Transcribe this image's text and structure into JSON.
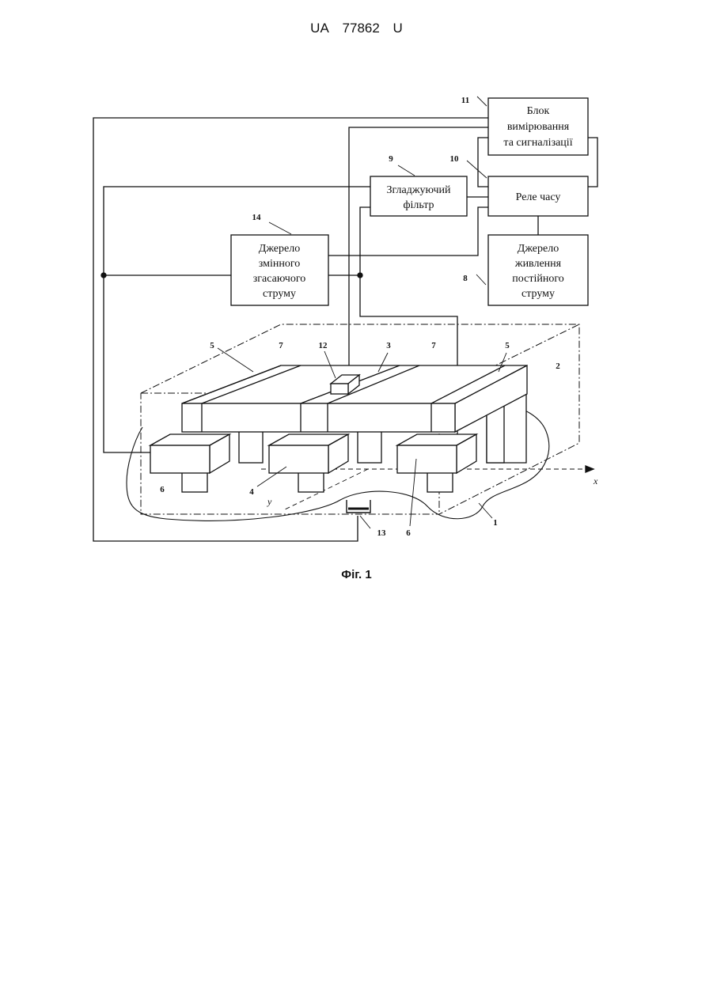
{
  "header": {
    "office": "UA",
    "number": "77862",
    "kind": "U"
  },
  "figure_caption": "Фіг. 1",
  "blocks": {
    "b11": [
      "Блок",
      "вимірювання",
      "та сигналізації"
    ],
    "b9": [
      "Згладжуючий",
      "фільтр"
    ],
    "b10": [
      "Реле часу"
    ],
    "b14": [
      "Джерело",
      "змінного",
      "згасаючого",
      "струму"
    ],
    "b8": [
      "Джерело",
      "живлення",
      "постійного",
      "струму"
    ]
  },
  "labels": {
    "n11": "11",
    "n9": "9",
    "n10": "10",
    "n14": "14",
    "n8": "8",
    "n5a": "5",
    "n7a": "7",
    "n12": "12",
    "n3": "3",
    "n7b": "7",
    "n5b": "5",
    "n2": "2",
    "n6a": "6",
    "n4": "4",
    "n6b": "6",
    "n1": "1",
    "n13": "13"
  },
  "axes": {
    "x": "x",
    "y": "y"
  }
}
